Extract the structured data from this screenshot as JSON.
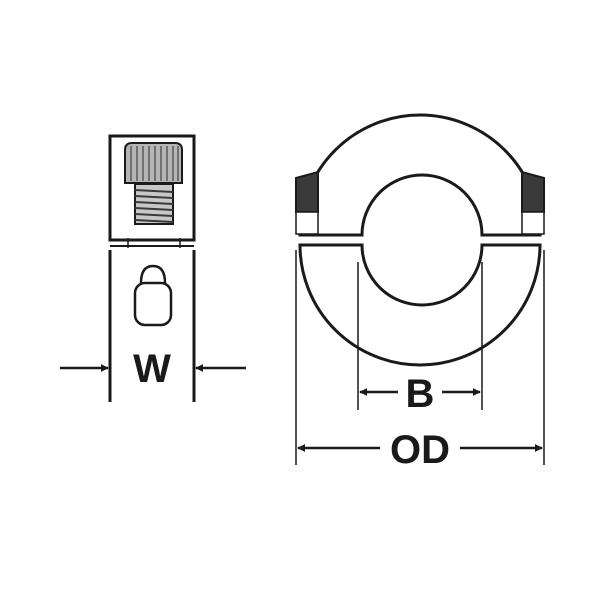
{
  "dimensions": {
    "width_label": "W",
    "bore_label": "B",
    "outer_diameter_label": "OD"
  },
  "colors": {
    "line": "#1a1a1a",
    "knurl": "#b0b0b0",
    "thread": "#c4c4c4",
    "fill": "#ffffff"
  }
}
